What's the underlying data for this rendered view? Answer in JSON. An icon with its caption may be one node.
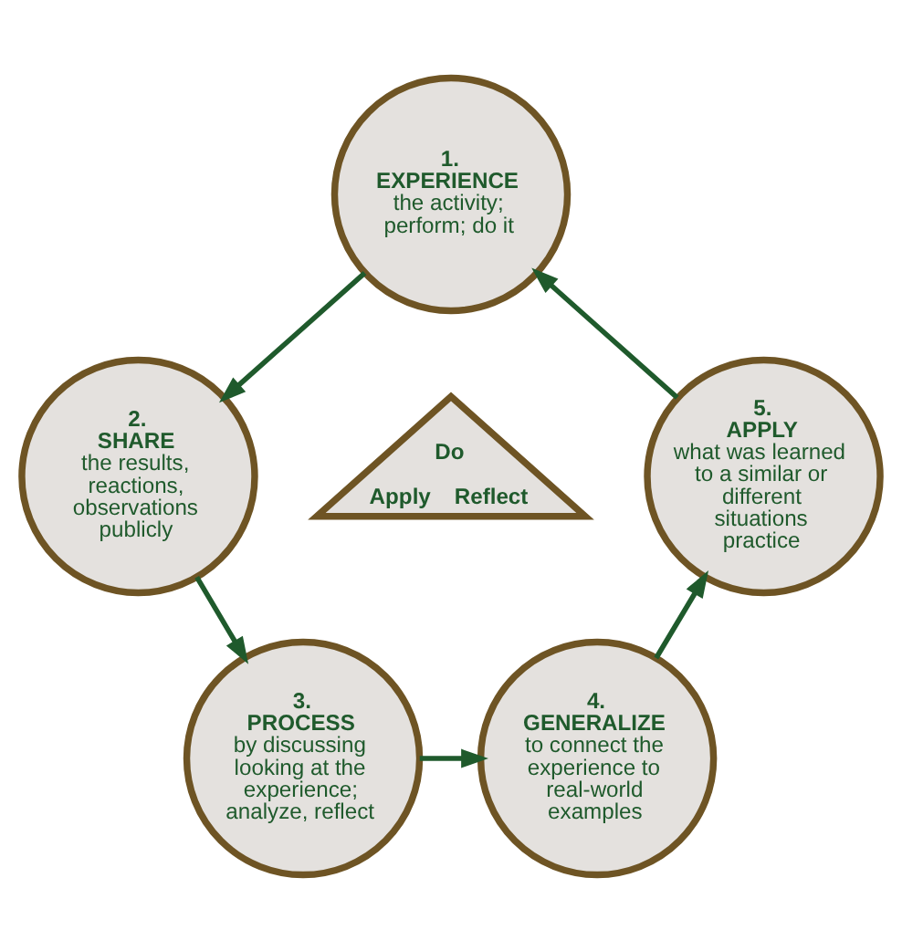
{
  "diagram": {
    "nodes": [
      {
        "text": [
          "1.",
          "EXPERIENCE",
          "the activity; perform; do it"
        ]
      },
      {
        "text": [
          "2.",
          "SHARE",
          "the results, reactions, observations publicly"
        ]
      },
      {
        "text": [
          "3.",
          "PROCESS",
          "by discussing looking at the experience; analyze, reflect"
        ]
      },
      {
        "text": [
          "4.",
          "GENERALIZE",
          "to connect the experience to real-world examples"
        ]
      },
      {
        "text": [
          "5.",
          "APPLY",
          "what was learned to a similar or different situations practice"
        ]
      },
      {
        "text": [
          "Do",
          "Apply",
          "Reflect"
        ]
      }
    ],
    "edges": [
      {
        "from": 0,
        "to": 1,
        "arrow": "to"
      },
      {
        "from": 1,
        "to": 2,
        "arrow": "to"
      },
      {
        "from": 2,
        "to": 3,
        "arrow": "to"
      },
      {
        "from": 3,
        "to": 4,
        "arrow": "to"
      },
      {
        "from": 4,
        "to": 0,
        "arrow": "to"
      }
    ]
  }
}
